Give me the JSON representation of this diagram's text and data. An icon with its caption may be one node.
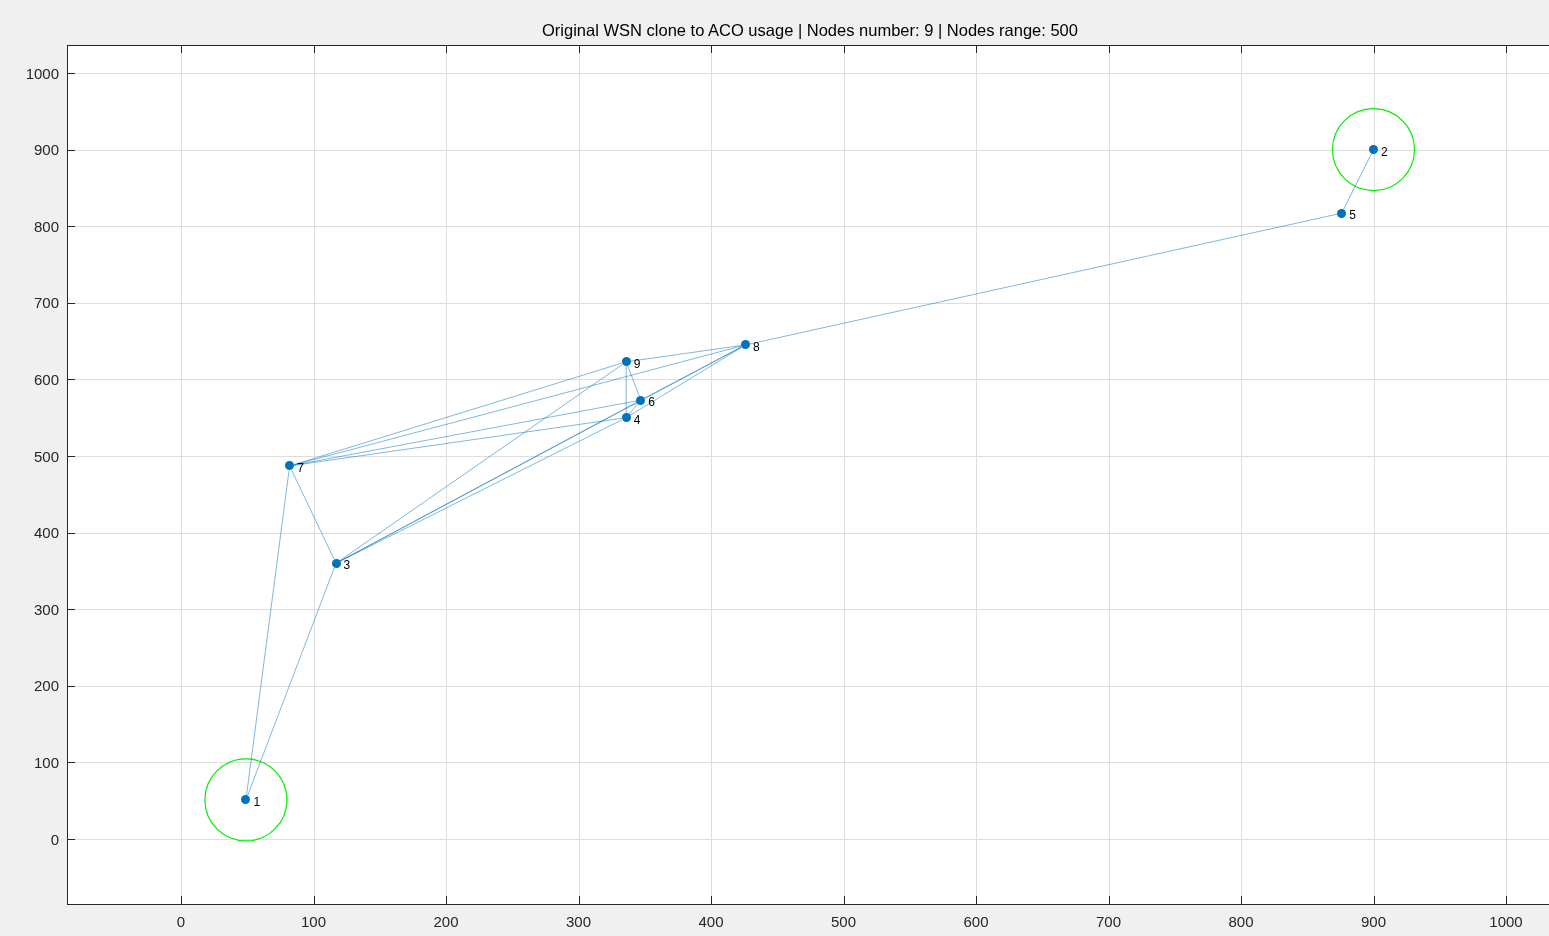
{
  "diagram": {
    "title": "Original WSN clone to ACO usage | Nodes number: 9 | Nodes range: 500",
    "nodes": [
      {
        "text": [],
        "shape": "circle",
        "beside": [
          "1"
        ]
      },
      {
        "text": [],
        "shape": "circle",
        "beside": [
          "2"
        ]
      },
      {
        "text": [],
        "shape": "circle",
        "beside": [
          "3"
        ]
      },
      {
        "text": [],
        "shape": "circle",
        "beside": [
          "4"
        ]
      },
      {
        "text": [],
        "shape": "circle",
        "beside": [
          "5"
        ]
      },
      {
        "text": [],
        "shape": "circle",
        "beside": [
          "6"
        ]
      },
      {
        "text": [],
        "shape": "circle",
        "beside": [
          "7"
        ]
      },
      {
        "text": [],
        "shape": "circle",
        "beside": [
          "8"
        ]
      },
      {
        "text": [],
        "shape": "circle",
        "beside": [
          "9"
        ]
      }
    ],
    "edges": [
      {
        "from": 0,
        "to": 6,
        "arrow": "none"
      },
      {
        "from": 0,
        "to": 2,
        "arrow": "none"
      },
      {
        "from": 2,
        "to": 6,
        "arrow": "none"
      },
      {
        "from": 1,
        "to": 4,
        "arrow": "none"
      },
      {
        "from": 4,
        "to": 7,
        "arrow": "none"
      },
      {
        "from": 6,
        "to": 8,
        "arrow": "none"
      },
      {
        "from": 6,
        "to": 7,
        "arrow": "none"
      },
      {
        "from": 6,
        "to": 5,
        "arrow": "none"
      },
      {
        "from": 6,
        "to": 3,
        "arrow": "none"
      },
      {
        "from": 8,
        "to": 7,
        "arrow": "none"
      },
      {
        "from": 8,
        "to": 5,
        "arrow": "none"
      },
      {
        "from": 8,
        "to": 3,
        "arrow": "none"
      },
      {
        "from": 2,
        "to": 8,
        "arrow": "none"
      },
      {
        "from": 2,
        "to": 5,
        "arrow": "none"
      },
      {
        "from": 2,
        "to": 7,
        "arrow": "none"
      },
      {
        "from": 2,
        "to": 3,
        "arrow": "none"
      },
      {
        "from": 5,
        "to": 7,
        "arrow": "none"
      },
      {
        "from": 3,
        "to": 7,
        "arrow": "none"
      },
      {
        "from": 3,
        "to": 5,
        "arrow": "none"
      }
    ],
    "labels": [
      "1000",
      "900",
      "800",
      "700",
      "600",
      "500",
      "400",
      "300",
      "200",
      "100",
      "0",
      "0",
      "100",
      "200",
      "300",
      "400",
      "500",
      "600",
      "700",
      "800",
      "900",
      "1000"
    ]
  }
}
